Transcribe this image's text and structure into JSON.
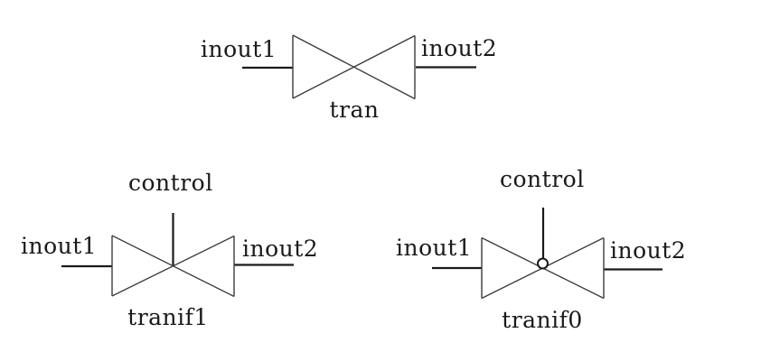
{
  "figure": {
    "title": "verilog-pass-switch-primitives",
    "colors": {
      "background": "#ffffff",
      "line": "#1a1a1a",
      "triangle_edge": "#3c3c3c"
    },
    "symbols": [
      {
        "id": "tran",
        "label": "tran",
        "left_pin": "inout1",
        "right_pin": "inout2"
      },
      {
        "id": "tranif1",
        "label": "tranif1",
        "left_pin": "inout1",
        "right_pin": "inout2",
        "control_pin": "control"
      },
      {
        "id": "tranif0",
        "label": "tranif0",
        "left_pin": "inout1",
        "right_pin": "inout2",
        "control_pin": "control",
        "bubble": "inversion-bubble"
      }
    ]
  }
}
